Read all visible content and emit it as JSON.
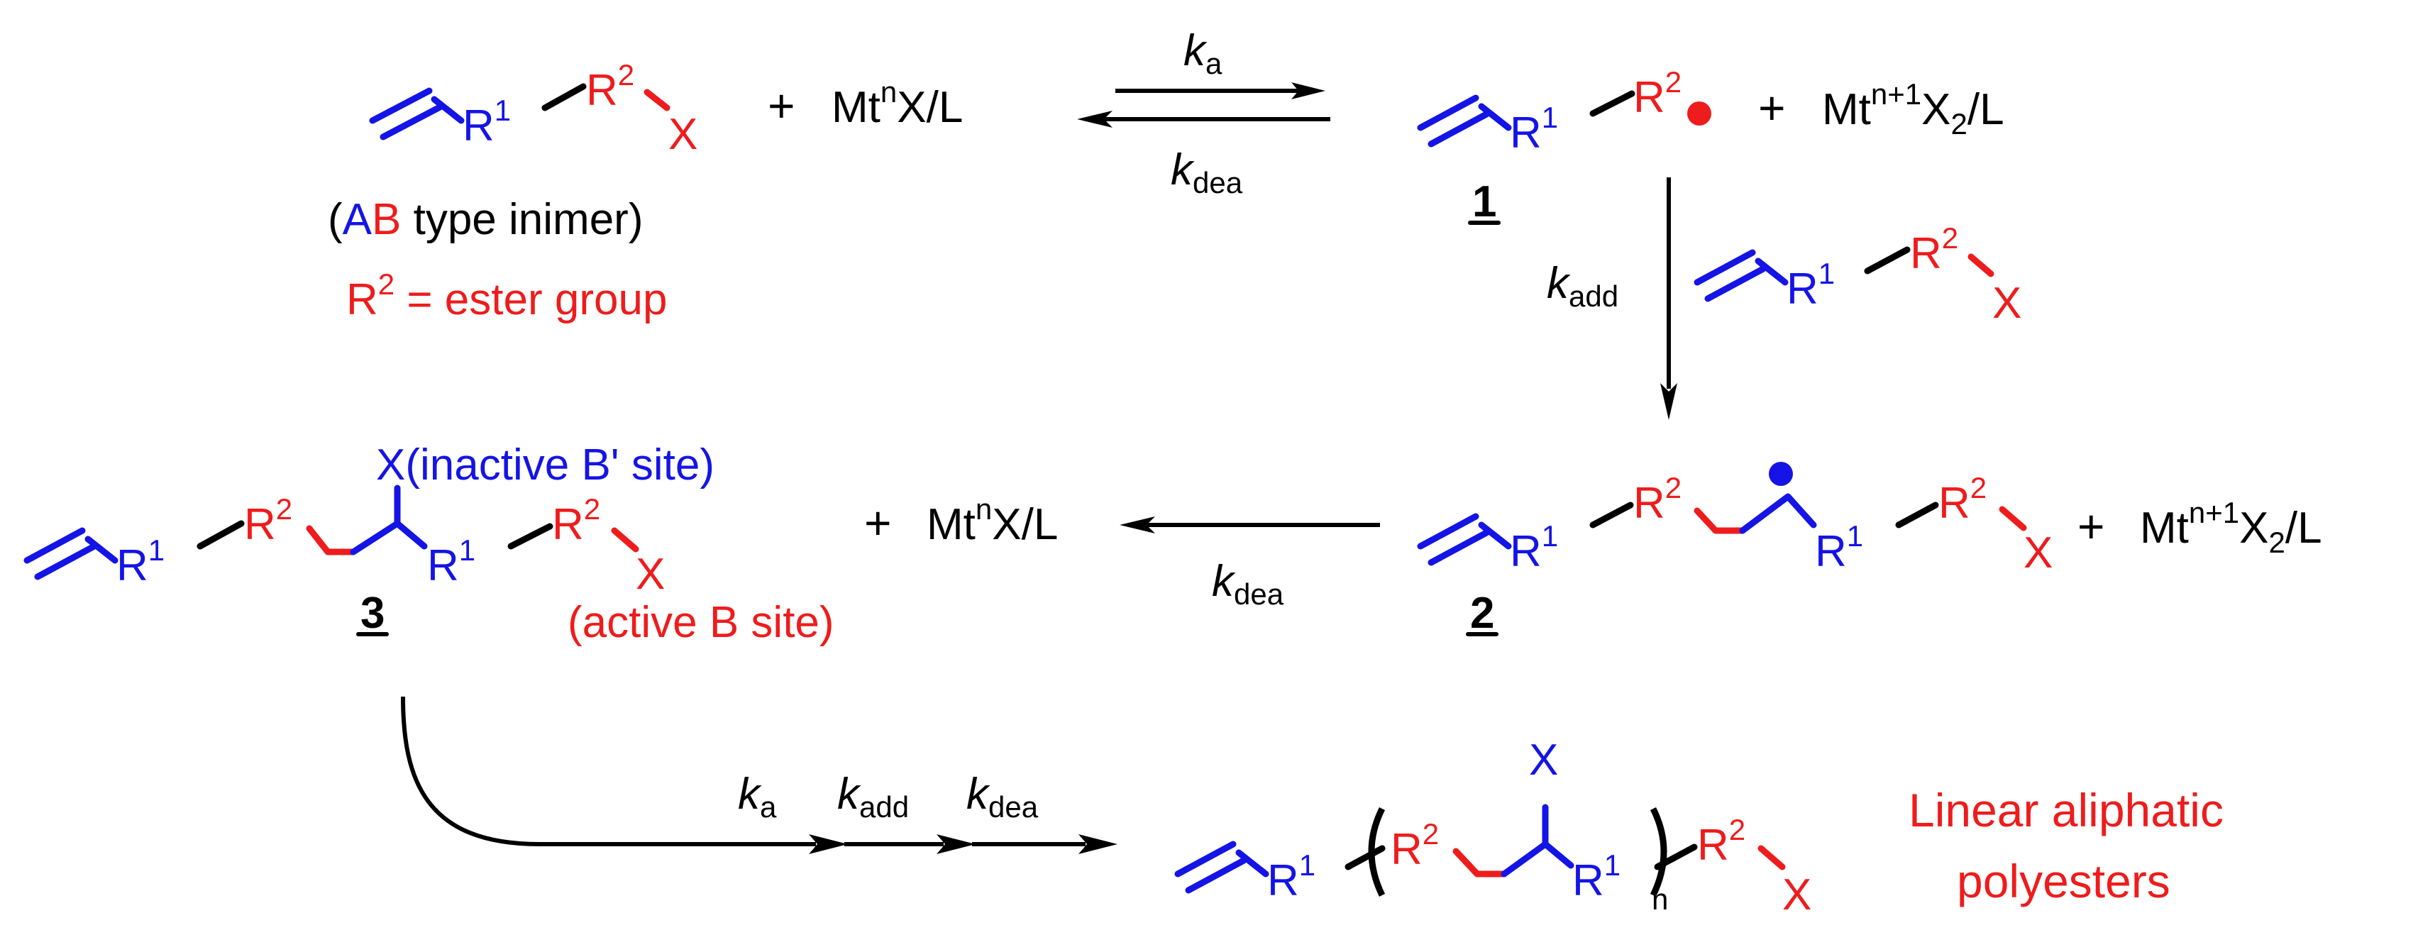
{
  "colors": {
    "blue": "#1414e6",
    "red": "#ee1c1c",
    "black": "#000000"
  },
  "labels": {
    "R": "R",
    "one": "1",
    "two": "2",
    "X": "X",
    "plus": "+",
    "Mt": "Mt",
    "n": "n",
    "XL": "X/L",
    "np1": "n+1",
    "X2": "X",
    "sub2": "2",
    "slashL": "/L",
    "k": "k",
    "a": "a",
    "dea": "dea",
    "add": "add",
    "subn": "n"
  },
  "inimer": {
    "open_paren": "(",
    "A": "A",
    "B": "B",
    "rest": " type inimer)",
    "r2_eq": " = ester group"
  },
  "compounds": {
    "c1": "1",
    "c2": "2",
    "c3": "3"
  },
  "sites": {
    "inactive": "(inactive B' site)",
    "active": "(active B site)"
  },
  "product": {
    "line1": "Linear aliphatic",
    "line2": "polyesters"
  }
}
